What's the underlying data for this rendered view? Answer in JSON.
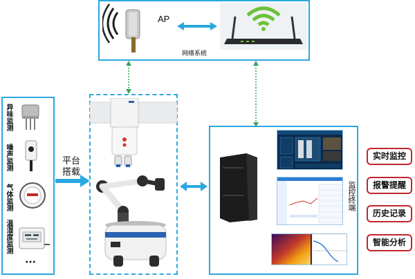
{
  "network": {
    "ap_label": "AP",
    "system_label": "网络系统"
  },
  "sensors": {
    "items": [
      {
        "label": "异味监测",
        "icon": "odor-sensor-icon"
      },
      {
        "label": "噪声监测",
        "icon": "noise-sensor-icon"
      },
      {
        "label": "气体监测",
        "icon": "gas-sensor-icon"
      },
      {
        "label": "温湿度监测",
        "icon": "temp-humidity-sensor-icon"
      }
    ],
    "more": "···"
  },
  "platform": {
    "label_line1": "平台",
    "label_line2": "搭载"
  },
  "terminal": {
    "label": "监控终端"
  },
  "functions": [
    "实时监控",
    "报警提醒",
    "历史记录",
    "智能分析"
  ],
  "colors": {
    "frame_blue": "#2aa8e0",
    "arrow_blue": "#2aa8e0",
    "dash_green": "#3aa35a",
    "func_border": "#c0262f"
  }
}
